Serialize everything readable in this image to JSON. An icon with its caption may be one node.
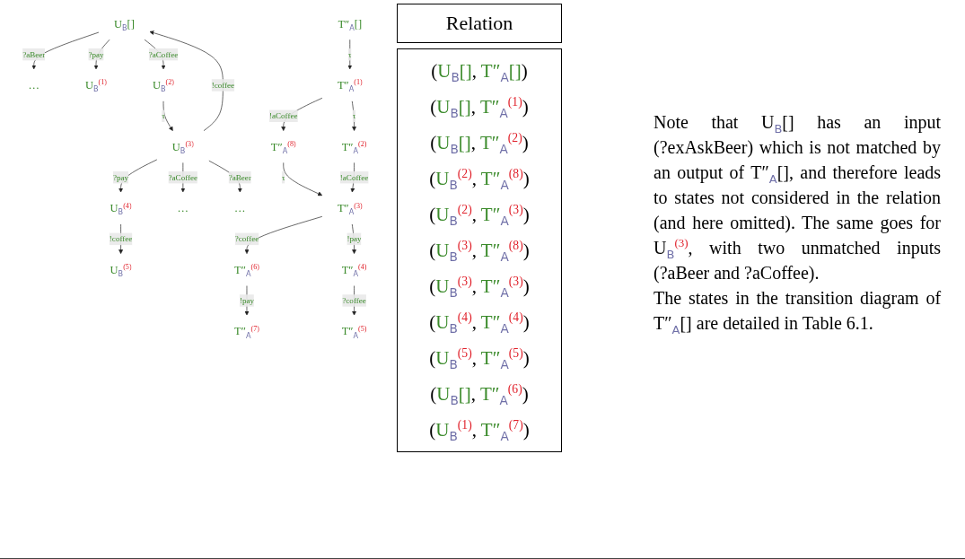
{
  "diagram": {
    "nodes": [
      {
        "text": [
          "U$_{B}$[]"
        ]
      },
      {
        "text": [
          "…"
        ]
      },
      {
        "text": [
          "U$_{B}$$^{(1)}$"
        ]
      },
      {
        "text": [
          "U$_{B}$$^{(2)}$"
        ]
      },
      {
        "text": [
          "U$_{B}$$^{(3)}$"
        ]
      },
      {
        "text": [
          "U$_{B}$$^{(4)}$"
        ]
      },
      {
        "text": [
          "U$_{B}$$^{(5)}$"
        ]
      },
      {
        "text": [
          "…"
        ]
      },
      {
        "text": [
          "…"
        ]
      },
      {
        "text": [
          "T″$_{A}$[]"
        ]
      },
      {
        "text": [
          "T″$_{A}$$^{(8)}$"
        ]
      },
      {
        "text": [
          "T″$_{A}$$^{(1)}$"
        ]
      },
      {
        "text": [
          "T″$_{A}$$^{(2)}$"
        ]
      },
      {
        "text": [
          "T″$_{A}$$^{(3)}$"
        ]
      },
      {
        "text": [
          "T″$_{A}$$^{(6)}$"
        ]
      },
      {
        "text": [
          "T″$_{A}$$^{(4)}$"
        ]
      },
      {
        "text": [
          "T″$_{A}$$^{(7)}$"
        ]
      },
      {
        "text": [
          "T″$_{A}$$^{(5)}$"
        ]
      }
    ],
    "edges": [
      {
        "from": 0,
        "to": 1,
        "arrow": "to",
        "label": "?aBeer"
      },
      {
        "from": 0,
        "to": 2,
        "arrow": "to",
        "label": "?pay"
      },
      {
        "from": 0,
        "to": 3,
        "arrow": "to",
        "label": "?aCoffee"
      },
      {
        "from": 4,
        "to": 0,
        "arrow": "to",
        "label": "!coffee"
      },
      {
        "from": 3,
        "to": 4,
        "arrow": "to",
        "label": "τ"
      },
      {
        "from": 4,
        "to": 5,
        "arrow": "to",
        "label": "?pay"
      },
      {
        "from": 5,
        "to": 6,
        "arrow": "to",
        "label": "!coffee"
      },
      {
        "from": 4,
        "to": 7,
        "arrow": "to",
        "label": "?aCoffee"
      },
      {
        "from": 4,
        "to": 8,
        "arrow": "to",
        "label": "?aBeer"
      },
      {
        "from": 9,
        "to": 11,
        "arrow": "to",
        "label": "τ"
      },
      {
        "from": 11,
        "to": 10,
        "arrow": "to",
        "label": "!aCoffee"
      },
      {
        "from": 10,
        "to": 13,
        "arrow": "to",
        "label": "τ"
      },
      {
        "from": 11,
        "to": 12,
        "arrow": "to",
        "label": "τ"
      },
      {
        "from": 12,
        "to": 13,
        "arrow": "to",
        "label": "!aCoffee"
      },
      {
        "from": 13,
        "to": 14,
        "arrow": "to",
        "label": "?coffee"
      },
      {
        "from": 13,
        "to": 15,
        "arrow": "to",
        "label": "!pay"
      },
      {
        "from": 14,
        "to": 16,
        "arrow": "to",
        "label": "!pay"
      },
      {
        "from": 15,
        "to": 17,
        "arrow": "to",
        "label": "?coffee"
      }
    ],
    "labels": [
      "Relation",
      "(U$_{B}$[], T″$_{A}$[])",
      "(U$_{B}$[], T″$_{A}$$^{(1)}$)",
      "(U$_{B}$[], T″$_{A}$$^{(2)}$)",
      "(U$_{B}$$^{(2)}$, T″$_{A}$$^{(8)}$)",
      "(U$_{B}$$^{(2)}$, T″$_{A}$$^{(3)}$)",
      "(U$_{B}$$^{(3)}$, T″$_{A}$$^{(8)}$)",
      "(U$_{B}$$^{(3)}$, T″$_{A}$$^{(3)}$)",
      "(U$_{B}$$^{(4)}$, T″$_{A}$$^{(4)}$)",
      "(U$_{B}$$^{(5)}$, T″$_{A}$$^{(5)}$)",
      "(U$_{B}$[], T″$_{A}$$^{(6)}$)",
      "(U$_{B}$$^{(1)}$, T″$_{A}$$^{(7)}$)",
      "Note that U$_{B}$[] has an input (?exAskBeer) which is not matched by an output of T″$_{A}$[], and therefore leads to states not considered in the relation (and here omitted). The same goes for U$_{B}$$^{(3)}$, with two unmatched inputs (?aBeer and ?aCoffee).",
      "The states in the transition diagram of T″$_{A}$[] are detailed in Table 6.1."
    ]
  }
}
